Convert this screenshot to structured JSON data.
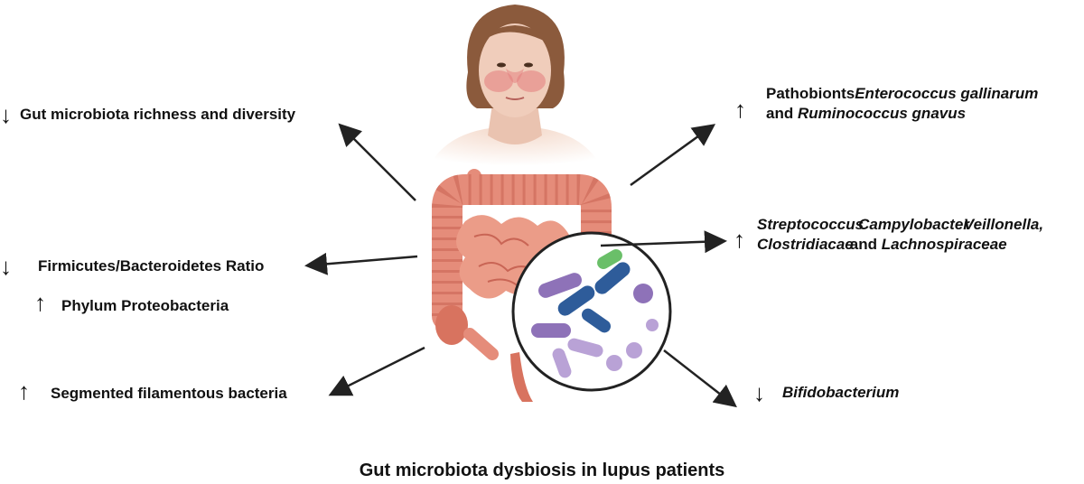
{
  "title": "Gut microbiota dysbiosis in lupus patients",
  "symbols": {
    "up": "↑",
    "down": "↓"
  },
  "findings": {
    "richness": {
      "text": "Gut microbiota richness and diversity"
    },
    "fb_ratio": {
      "text": "Firmicutes/Bacteroidetes Ratio"
    },
    "proteobacteria": {
      "text": "Phylum Proteobacteria"
    },
    "sfb": {
      "text": "Segmented filamentous bacteria"
    },
    "pathobionts": {
      "prefix": "Pathobionts",
      "species1": "Enterococcus gallinarum",
      "and": "and",
      "species2": "Ruminococcus gnavus"
    },
    "genera": {
      "g1": "Streptococcus",
      "g2": "Campylobacter",
      "g3": "Veillonella,",
      "g4": "Clostridiacae",
      "and": "and",
      "g5": "Lachnospiraceae"
    },
    "bifido": {
      "text": "Bifidobacterium"
    }
  },
  "colors": {
    "skin": "#f3d6c6",
    "hair": "#8b5a3c",
    "rash": "#e37b7b",
    "intestine": "#e58c7a",
    "intestine_dark": "#c96555",
    "arrow": "#222222",
    "lens_bg": "#ffffff",
    "rod_blue": "#2e5c9a",
    "rod_purple": "#8e72b8",
    "cocci": "#b9a2d6",
    "green": "#6abf69"
  },
  "icons": [
    "woman-figure",
    "intestine",
    "bacteria-magnifier",
    "arrow-up-icon",
    "arrow-down-icon"
  ]
}
